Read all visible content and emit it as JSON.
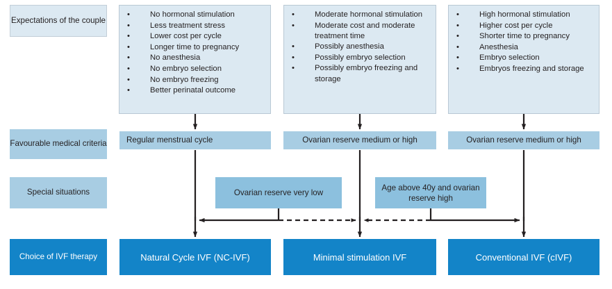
{
  "rows": {
    "labels": [
      {
        "key": "expectations",
        "text": "Expectations of the couple"
      },
      {
        "key": "criteria",
        "text": "Favourable medical criteria"
      },
      {
        "key": "special",
        "text": "Special situations"
      },
      {
        "key": "choice",
        "text": "Choice of IVF therapy"
      }
    ]
  },
  "columns": [
    {
      "key": "natural-cycle",
      "expectations": [
        "No hormonal stimulation",
        "Less treatment stress",
        "Lower cost per cycle",
        "Longer time to pregnancy",
        "No anesthesia",
        "No embryo selection",
        "No embryo freezing",
        "Better perinatal outcome"
      ],
      "criteria": "Regular menstrual cycle",
      "special": null,
      "therapy": "Natural Cycle IVF (NC-IVF)"
    },
    {
      "key": "minimal-stimulation",
      "expectations": [
        "Moderate hormonal stimulation",
        "Moderate cost and moderate treatment time",
        "Possibly anesthesia",
        "Possibly embryo selection",
        "Possibly embryo freezing and storage"
      ],
      "criteria": "Ovarian reserve medium or high",
      "special": null,
      "therapy": "Minimal stimulation  IVF"
    },
    {
      "key": "conventional",
      "expectations": [
        "High hormonal stimulation",
        "Higher cost per cycle",
        "Shorter time to pregnancy",
        "Anesthesia",
        "Embryo selection",
        "Embryos freezing and storage"
      ],
      "criteria": "Ovarian reserve medium or high",
      "special": null,
      "therapy": "Conventional IVF (cIVF)"
    }
  ],
  "special_situations": [
    {
      "key": "low-reserve",
      "text": "Ovarian reserve very low"
    },
    {
      "key": "age-40-high-reserve",
      "text": "Age above 40y and ovarian reserve high"
    }
  ],
  "colors": {
    "expectation_fill": "#dce9f2",
    "criteria_fill": "#a8cde3",
    "special_fill": "#8cc0de",
    "therapy_fill": "#1384c8",
    "therapy_text": "#ffffff",
    "body_text": "#231f20",
    "connector": "#231f20"
  },
  "bullet_glyph": "•"
}
